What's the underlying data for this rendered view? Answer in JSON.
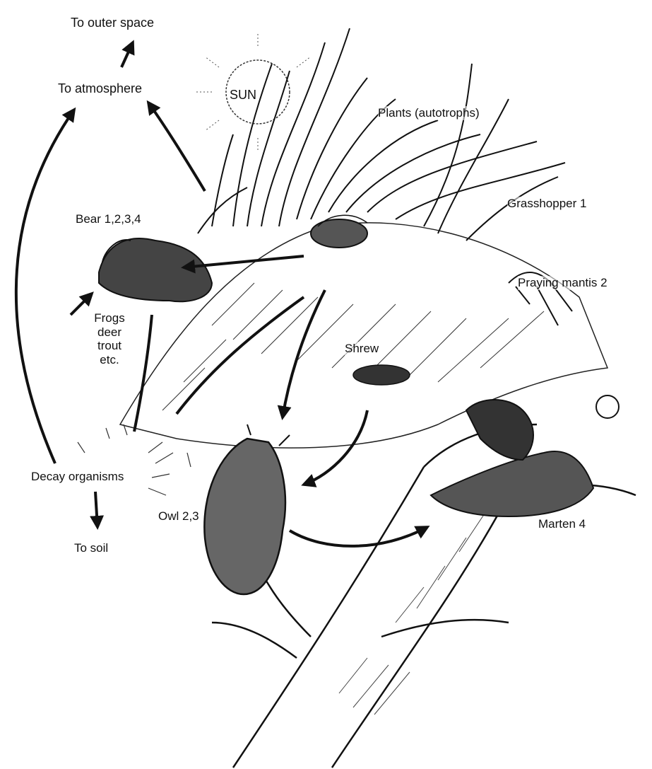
{
  "diagram": {
    "labels": {
      "outer_space": "To outer space",
      "atmosphere": "To atmosphere",
      "sun": "SUN",
      "plants": "Plants (autotrophs)",
      "grasshopper": "Grasshopper 1",
      "bear": "Bear 1,2,3,4",
      "praying_mantis": "Praying mantis 2",
      "frogs_line1": "Frogs",
      "frogs_line2": "deer",
      "frogs_line3": "trout",
      "frogs_line4": "etc.",
      "shrew": "Shrew",
      "decay": "Decay organisms",
      "soil": "To soil",
      "owl": "Owl 2,3",
      "marten": "Marten 4"
    },
    "colors": {
      "ink": "#111111",
      "paper": "#ffffff"
    }
  }
}
